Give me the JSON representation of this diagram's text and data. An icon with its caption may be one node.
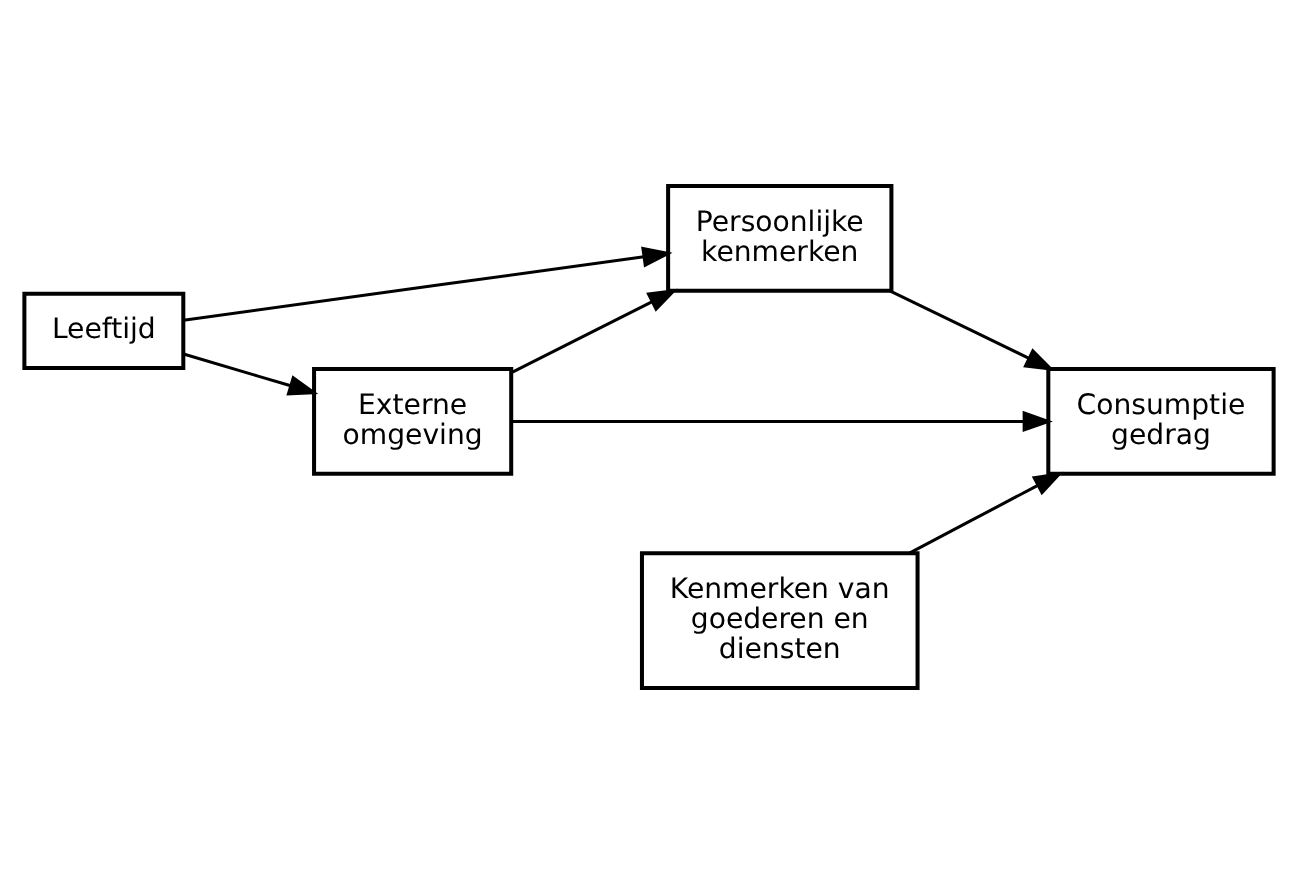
{
  "diagram": {
    "nodes": [
      {
        "text": [
          "Leeftijd"
        ]
      },
      {
        "text": [
          "Externe omgeving"
        ]
      },
      {
        "text": [
          "Persoonlijke kenmerken"
        ]
      },
      {
        "text": [
          "Consumptie gedrag"
        ]
      },
      {
        "text": [
          "Kenmerken van goederen en diensten"
        ]
      }
    ],
    "edges": [
      {
        "from": 0,
        "to": 1,
        "arrow": "to"
      },
      {
        "from": 0,
        "to": 2,
        "arrow": "to"
      },
      {
        "from": 1,
        "to": 2,
        "arrow": "to"
      },
      {
        "from": 1,
        "to": 3,
        "arrow": "to"
      },
      {
        "from": 2,
        "to": 3,
        "arrow": "to"
      },
      {
        "from": 4,
        "to": 3,
        "arrow": "to"
      }
    ]
  }
}
